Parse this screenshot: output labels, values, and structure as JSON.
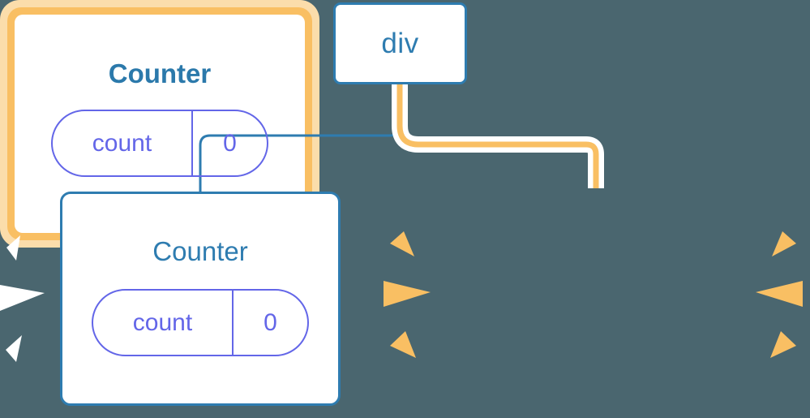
{
  "diagram": {
    "title": "React component tree re-render highlight",
    "background_color": "#4a666f",
    "nodes": {
      "root": {
        "label": "div",
        "border_color": "#2e7cb0",
        "highlighted": "false"
      },
      "counter_left": {
        "label": "Counter",
        "border_color": "#2e7cb0",
        "highlighted": "false",
        "state": {
          "key": "count",
          "value": "0"
        },
        "spark_color": "#ffffff"
      },
      "counter_right": {
        "label": "Counter",
        "border_color": "#f9bf63",
        "glow_color": "#fbddab",
        "highlighted": "true",
        "state": {
          "key": "count",
          "value": "0"
        },
        "spark_color": "#f9bf63"
      }
    },
    "edges": [
      {
        "name": "div-to-counter-left",
        "color": "#2e7cb0",
        "highlighted": "false"
      },
      {
        "name": "div-to-counter-right",
        "color": "#f9bf63",
        "halo_color": "#ffffff",
        "highlighted": "true"
      }
    ],
    "pill_color": "#6366e8"
  }
}
